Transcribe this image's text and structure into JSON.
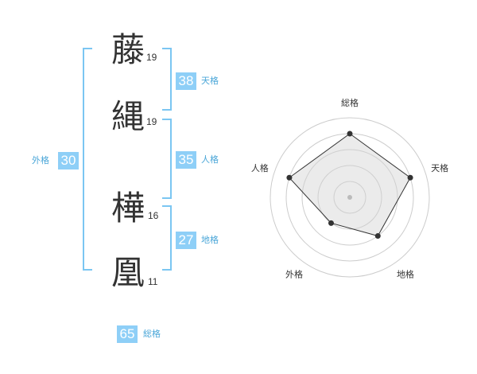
{
  "characters": [
    {
      "char": "藤",
      "strokes": "19"
    },
    {
      "char": "縄",
      "strokes": "19"
    },
    {
      "char": "樺",
      "strokes": "16"
    },
    {
      "char": "凰",
      "strokes": "11"
    }
  ],
  "scores": {
    "tenkaku": {
      "value": "38",
      "label": "天格"
    },
    "jinkaku": {
      "value": "35",
      "label": "人格"
    },
    "chikaku": {
      "value": "27",
      "label": "地格"
    },
    "gaikaku": {
      "value": "30",
      "label": "外格"
    },
    "soukaku": {
      "value": "65",
      "label": "総格"
    }
  },
  "colors": {
    "accent": "#8ecff7",
    "bracket": "#7bc6f2",
    "label": "#4aa6d8"
  },
  "chart_data": {
    "type": "radar",
    "axes": [
      "総格",
      "天格",
      "地格",
      "外格",
      "人格"
    ],
    "values": [
      4,
      4,
      3,
      2,
      4
    ],
    "max": 5,
    "rings": 5
  }
}
